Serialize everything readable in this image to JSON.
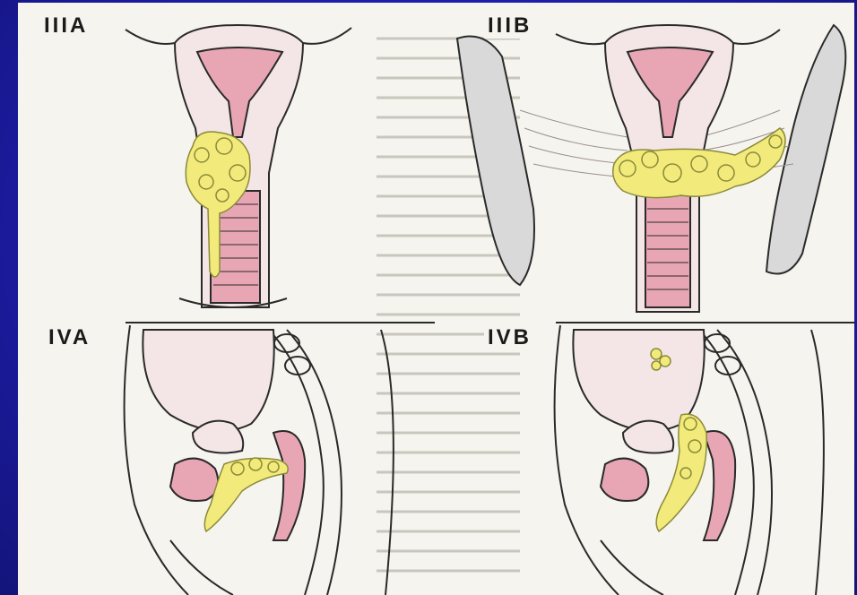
{
  "figure": {
    "panels": [
      {
        "label": "IIIA"
      },
      {
        "label": "IIIB"
      },
      {
        "label": "IVA"
      },
      {
        "label": "IVB"
      }
    ]
  },
  "colors": {
    "background": "#1f1f9e",
    "panel": "#f6f4ee",
    "tissue_pink": "#e8a6b4",
    "tumor_yellow": "#f2ea7a",
    "bone_grey": "#b0b0b0",
    "outline": "#2a2a2a"
  }
}
